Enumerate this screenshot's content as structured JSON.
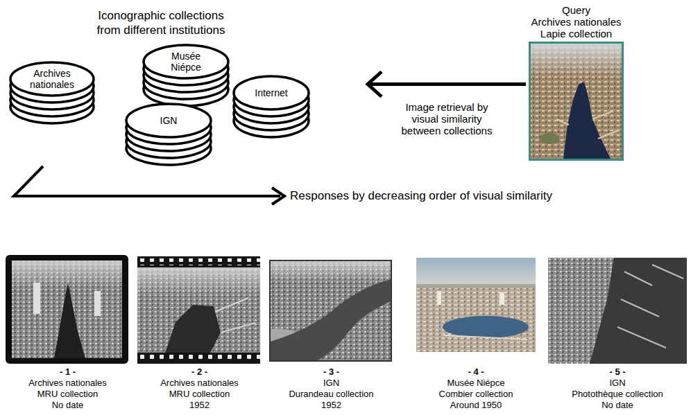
{
  "diagram": {
    "nodes": [
      {
        "text": [
          "Iconographic collections from different institutions"
        ]
      },
      {
        "text": [
          "Archives nationales"
        ],
        "in": 0
      },
      {
        "text": [
          "Musée Niépce"
        ],
        "in": 0
      },
      {
        "text": [
          "IGN"
        ],
        "in": 0
      },
      {
        "text": [
          "Internet"
        ],
        "in": 0
      },
      {
        "text": [
          "Query",
          "Archives nationales",
          "Lapie collection"
        ]
      },
      {
        "text": [
          "- 1 -",
          "Archives nationales",
          "MRU collection",
          "No date"
        ]
      },
      {
        "text": [
          "- 2 -",
          "Archives nationales",
          "MRU collection",
          "1952"
        ]
      },
      {
        "text": [
          "- 3 -",
          "IGN",
          "Durandeau collection",
          "1952"
        ]
      },
      {
        "text": [
          "- 4 -",
          "Musée Niépce",
          "Combier collection",
          "Around 1950"
        ]
      },
      {
        "text": [
          "- 5 -",
          "IGN",
          "Photothèque collection",
          "No date"
        ]
      }
    ],
    "edges": [
      {
        "from": 5,
        "to": 0,
        "arrow": "to",
        "label": "Image retrieval by visual similarity between collections"
      }
    ],
    "labels": [
      "Responses by decreasing order of visual similarity"
    ]
  }
}
